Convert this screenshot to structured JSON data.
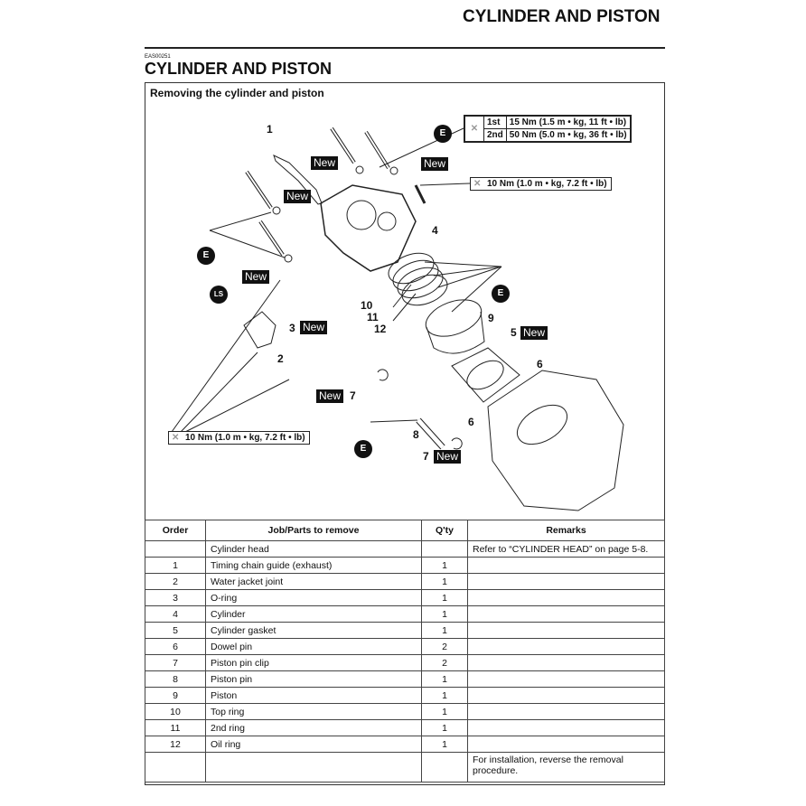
{
  "header": {
    "page_title": "CYLINDER AND PISTON",
    "code": "EAS00251",
    "section_title": "CYLINDER AND PISTON"
  },
  "figure": {
    "title": "Removing the cylinder and piston",
    "new_label": "New",
    "torque_bolts": {
      "rows": [
        {
          "step": "1st",
          "value": "15 Nm (1.5 m • kg, 11 ft • lb)"
        },
        {
          "step": "2nd",
          "value": "50 Nm (5.0 m • kg, 36 ft • lb)"
        }
      ]
    },
    "torque_small": "10 Nm (1.0 m • kg, 7.2 ft • lb)",
    "torque_joint": "10 Nm (1.0 m • kg, 7.2 ft • lb)",
    "oil_icon": "E",
    "grease_icon": "LS",
    "callouts": [
      "1",
      "2",
      "3",
      "4",
      "5",
      "6",
      "6",
      "7",
      "7",
      "8",
      "9",
      "10",
      "11",
      "12"
    ]
  },
  "table": {
    "headers": [
      "Order",
      "Job/Parts to remove",
      "Q'ty",
      "Remarks"
    ],
    "rows": [
      [
        "",
        "Cylinder head",
        "",
        "Refer to “CYLINDER HEAD” on page 5-8."
      ],
      [
        "1",
        "Timing chain guide (exhaust)",
        "1",
        ""
      ],
      [
        "2",
        "Water jacket joint",
        "1",
        ""
      ],
      [
        "3",
        "O-ring",
        "1",
        ""
      ],
      [
        "4",
        "Cylinder",
        "1",
        ""
      ],
      [
        "5",
        "Cylinder gasket",
        "1",
        ""
      ],
      [
        "6",
        "Dowel pin",
        "2",
        ""
      ],
      [
        "7",
        "Piston pin clip",
        "2",
        ""
      ],
      [
        "8",
        "Piston pin",
        "1",
        ""
      ],
      [
        "9",
        "Piston",
        "1",
        ""
      ],
      [
        "10",
        "Top ring",
        "1",
        ""
      ],
      [
        "11",
        "2nd ring",
        "1",
        ""
      ],
      [
        "12",
        "Oil ring",
        "1",
        ""
      ],
      [
        "",
        "",
        "",
        "For installation, reverse the removal procedure."
      ]
    ]
  }
}
